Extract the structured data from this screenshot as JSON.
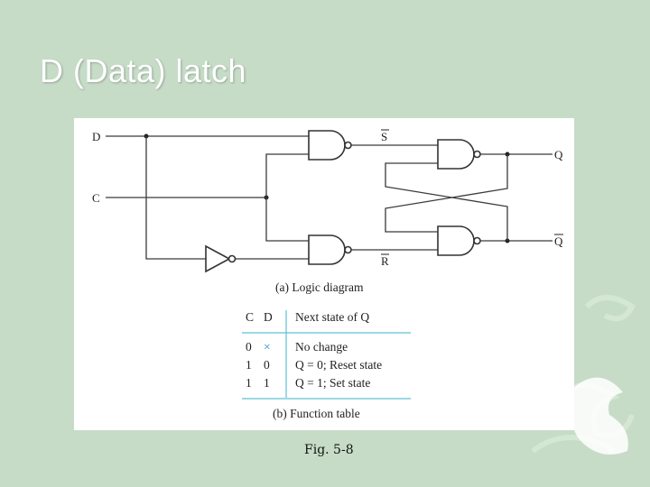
{
  "slide": {
    "title": "D (Data) latch"
  },
  "diagram": {
    "inputs": {
      "d": "D",
      "c": "C"
    },
    "internal": {
      "s_bar": "S",
      "r_bar": "R"
    },
    "outputs": {
      "q": "Q",
      "q_bar": "Q"
    },
    "logic_caption": "(a) Logic diagram"
  },
  "function_table": {
    "headers": [
      "C",
      "D",
      "Next state of Q"
    ],
    "rows": [
      [
        "0",
        "×",
        "No change"
      ],
      [
        "1",
        "0",
        "Q = 0; Reset state"
      ],
      [
        "1",
        "1",
        "Q = 1; Set state"
      ]
    ],
    "caption": "(b) Function table"
  },
  "figure": {
    "caption": "Fig. 5-8"
  },
  "colors": {
    "background": "#c6dcc7",
    "table_rules": "#62c1d4",
    "dont_care": "#2f8fd0"
  }
}
